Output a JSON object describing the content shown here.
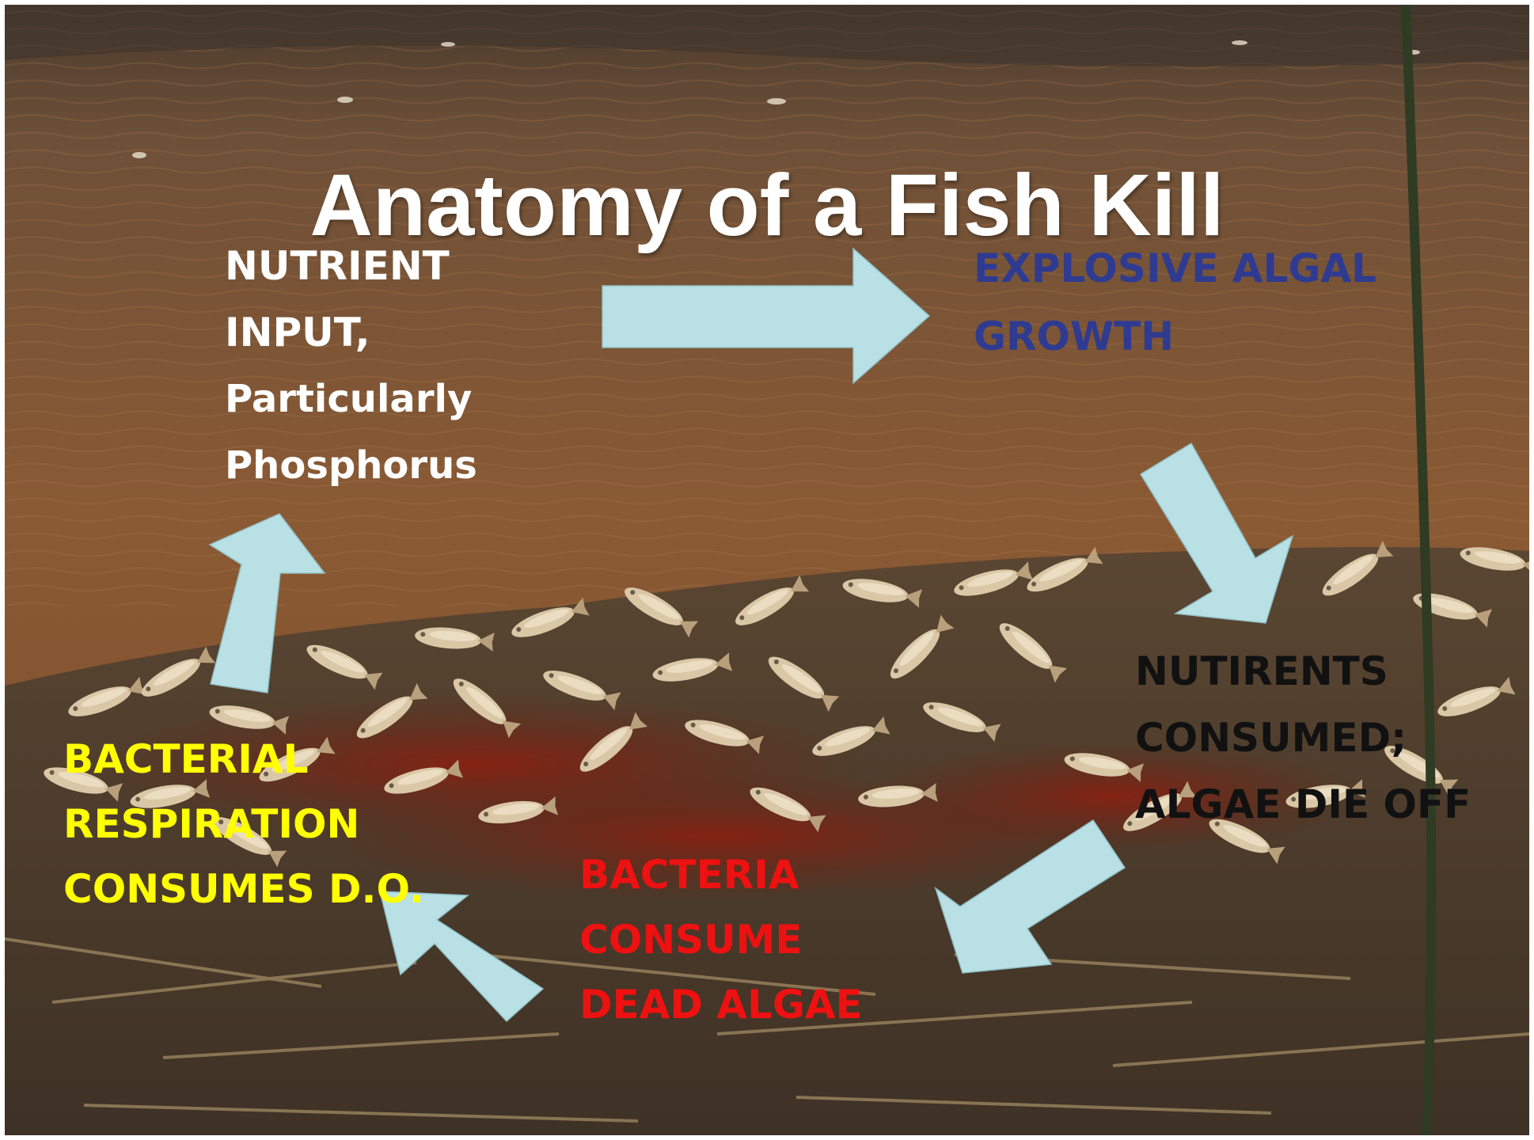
{
  "title": "Anatomy of a Fish Kill",
  "background": "Photograph of dead fish washed up along a brown-water shoreline with reddish water and dry reeds",
  "stages": {
    "nutrient_input": {
      "lines": [
        "NUTRIENT",
        "INPUT,",
        "Particularly",
        "Phosphorus"
      ],
      "color": "#ffffff"
    },
    "algal_growth": {
      "lines": [
        "EXPLOSIVE ALGAL",
        "GROWTH"
      ],
      "color": "#2e3b91"
    },
    "algae_die_off": {
      "lines": [
        "NUTIRENTS",
        "CONSUMED;",
        "ALGAE DIE OFF"
      ],
      "color": "#111111"
    },
    "bacteria_consume": {
      "lines": [
        "BACTERIA",
        "CONSUME",
        "DEAD ALGAE"
      ],
      "color": "#ee1111"
    },
    "bacterial_respiration": {
      "lines": [
        "BACTERIAL",
        "RESPIRATION",
        "CONSUMES D.O."
      ],
      "color": "#ffff00"
    }
  },
  "arrow_color": "#b9e0e4"
}
